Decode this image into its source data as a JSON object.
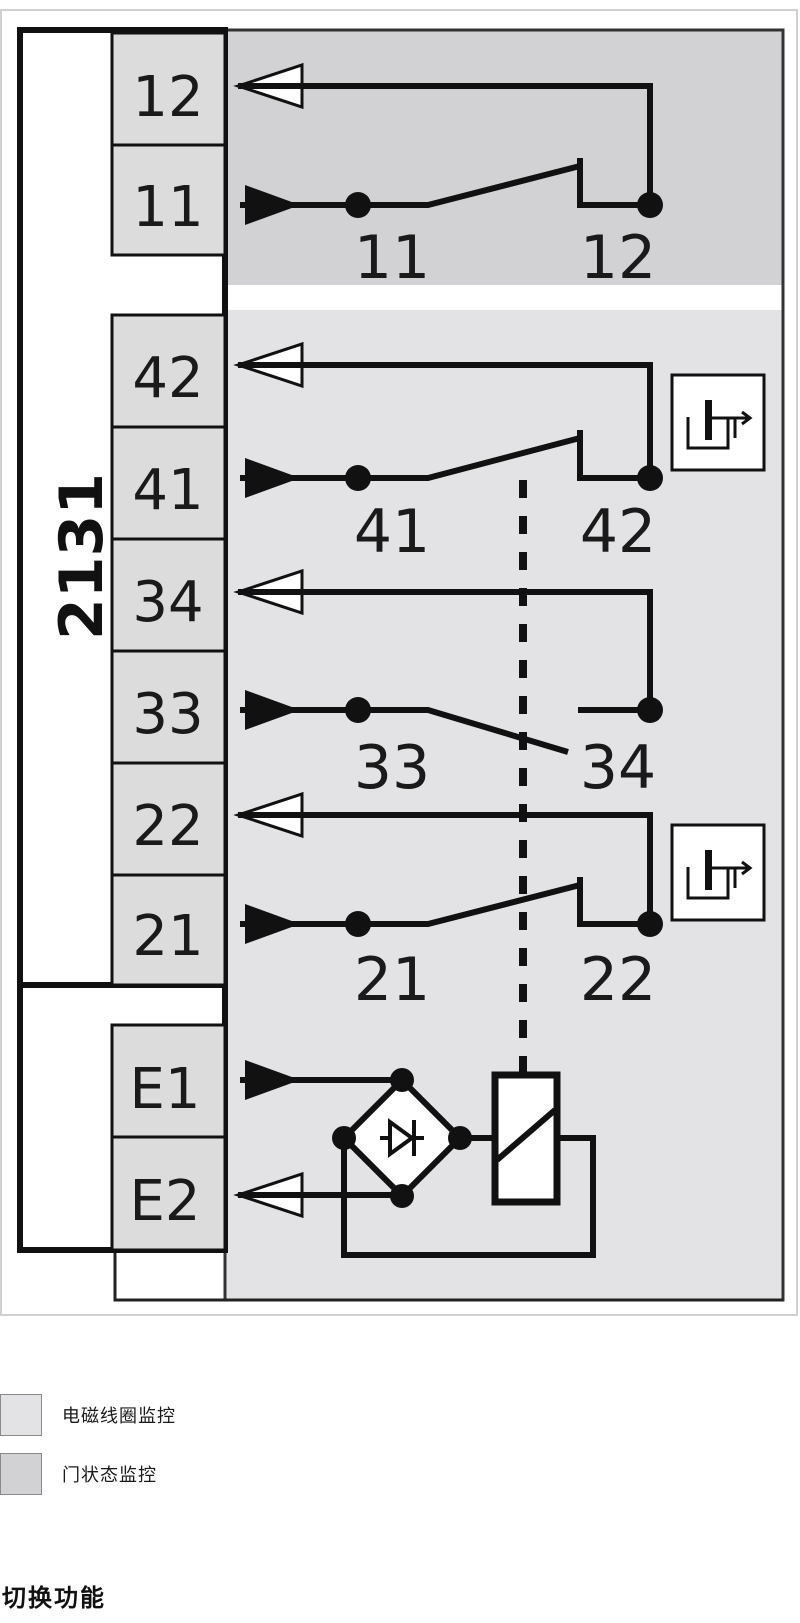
{
  "diagram": {
    "device_label": "2131",
    "colors": {
      "door_zone": "#d2d2d4",
      "coil_zone": "#e3e3e5",
      "terminal_box": "#dcdcdc",
      "line": "#111111"
    },
    "terminals": [
      "12",
      "11",
      "42",
      "41",
      "34",
      "33",
      "22",
      "21",
      "E1",
      "E2"
    ],
    "contacts": {
      "c1": {
        "left": "11",
        "right": "12"
      },
      "c2": {
        "left": "41",
        "right": "42"
      },
      "c3": {
        "left": "33",
        "right": "34"
      },
      "c4": {
        "left": "21",
        "right": "22"
      }
    },
    "icons": [
      "door-lock-icon",
      "door-lock-icon"
    ]
  },
  "legend": [
    {
      "label": "电磁线圈监控",
      "color": "#e3e3e5"
    },
    {
      "label": "门状态监控",
      "color": "#d2d2d4"
    }
  ],
  "section_title": "切换功能"
}
